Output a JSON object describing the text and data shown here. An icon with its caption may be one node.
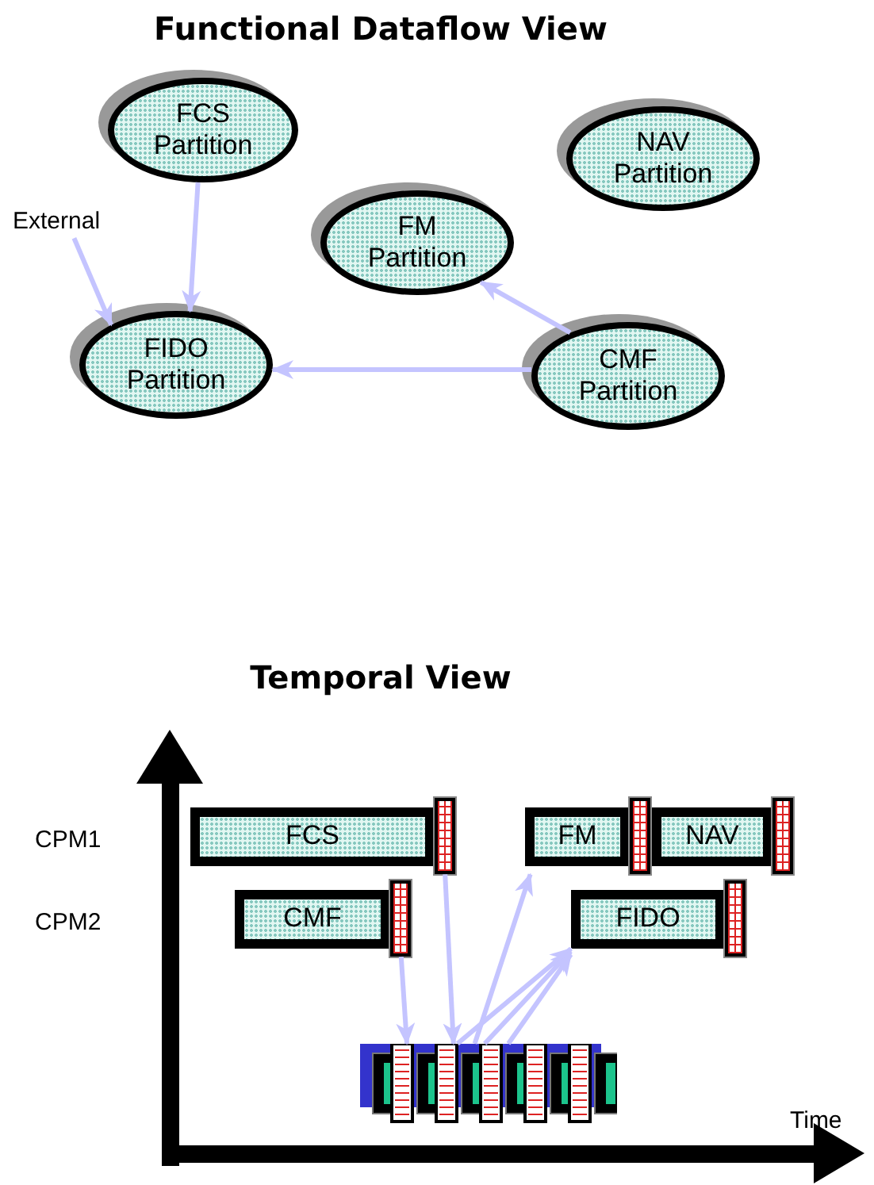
{
  "diagram": {
    "title": "Functional Dataflow View",
    "nodes": [
      {
        "text": [
          "FCS Partition"
        ]
      },
      {
        "text": [
          "NAV Partition"
        ]
      },
      {
        "text": [
          "External"
        ]
      },
      {
        "text": [
          "FM Partition"
        ]
      },
      {
        "text": [
          "FIDO Partition"
        ]
      },
      {
        "text": [
          "CMF Partition"
        ]
      },
      {
        "text": [
          "FCS"
        ]
      },
      {
        "text": [
          "FM"
        ]
      },
      {
        "text": [
          "NAV"
        ]
      },
      {
        "text": [
          "CMF"
        ]
      },
      {
        "text": [
          "FIDO"
        ]
      },
      {
        "text": [],
        "shape": "bar"
      }
    ],
    "edges": [
      {
        "from": 2,
        "to": 4,
        "arrow": "to"
      },
      {
        "from": 0,
        "to": 4,
        "arrow": "to"
      },
      {
        "from": 5,
        "to": 3,
        "arrow": "to"
      },
      {
        "from": 5,
        "to": 4,
        "arrow": "to"
      },
      {
        "from": 9,
        "to": 11,
        "arrow": "to"
      },
      {
        "from": 6,
        "to": 11,
        "arrow": "to"
      },
      {
        "from": 11,
        "to": 7,
        "arrow": "to"
      },
      {
        "from": 11,
        "to": 10,
        "arrow": "to"
      },
      {
        "from": 11,
        "to": 10,
        "arrow": "to"
      },
      {
        "from": 11,
        "to": 10,
        "arrow": "to"
      }
    ],
    "labels": [
      "Temporal View",
      "CPM1",
      "CPM2",
      "Time"
    ]
  }
}
